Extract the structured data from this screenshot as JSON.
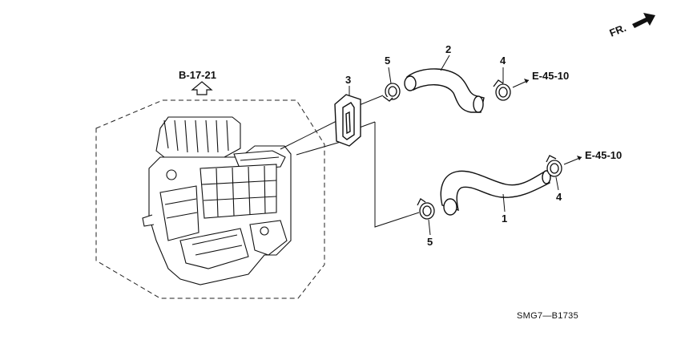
{
  "direction_label": "FR.",
  "ref_heater_unit": "B-17-21",
  "ref_connection_upper": "E-45-10",
  "ref_connection_lower": "E-45-10",
  "callouts": {
    "upper_hose": "2",
    "grommet": "3",
    "upper_clamp_left": "5",
    "upper_clamp_right": "4",
    "lower_hose": "1",
    "lower_clamp_left": "5",
    "lower_clamp_right": "4"
  },
  "diagram_code": "SMG7—B1735"
}
